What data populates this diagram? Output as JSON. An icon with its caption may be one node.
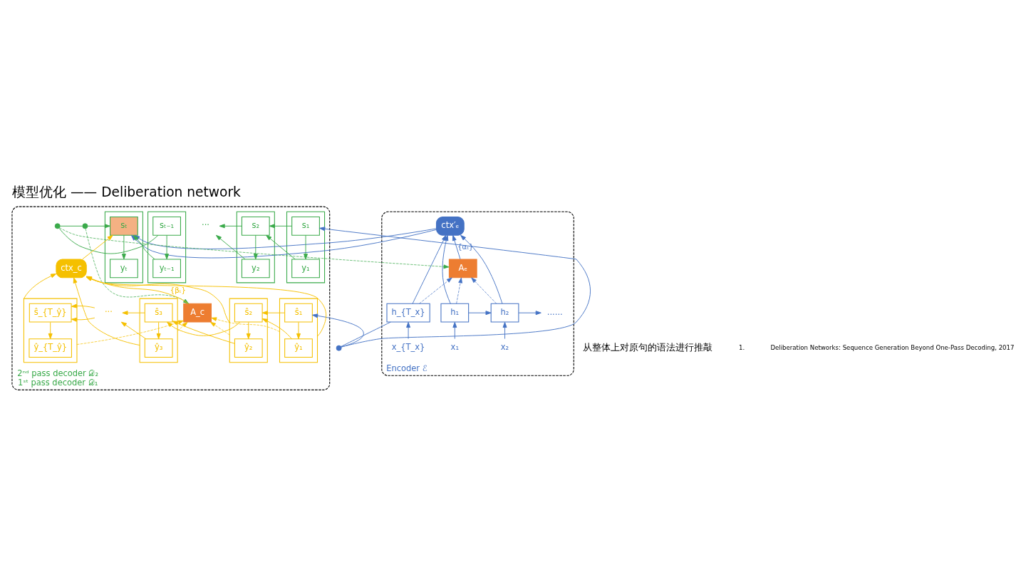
{
  "diagram": {
    "title": "模型优化 —— Deliberation network",
    "nodes": [
      {
        "text": [
          "Encoder ℰ"
        ]
      },
      {
        "text": [
          "ctx′ₑ"
        ],
        "in": 0
      },
      {
        "text": [
          "Aₑ"
        ],
        "in": 0
      },
      {
        "text": [
          "h₁"
        ],
        "in": 0
      },
      {
        "text": [
          "h₂"
        ],
        "in": 0
      },
      {
        "text": [
          "......"
        ],
        "in": 0
      },
      {
        "text": [
          "h_{T_x}"
        ],
        "in": 0
      },
      {
        "text": [
          "x₁"
        ],
        "in": 0
      },
      {
        "text": [
          "x₂"
        ],
        "in": 0
      },
      {
        "text": [
          "x_{T_x}"
        ],
        "in": 0
      },
      {
        "text": [],
        "shape": "circle"
      },
      {
        "text": [
          "2ⁿᵈ pass decoder 𝒟₂",
          "1ˢᵗ pass decoder 𝒟₁"
        ]
      },
      {
        "text": [],
        "shape": "box",
        "in": 11
      },
      {
        "text": [
          "y₁"
        ],
        "in": 12
      },
      {
        "text": [
          "s₁"
        ],
        "in": 12
      },
      {
        "text": [],
        "shape": "box",
        "in": 11
      },
      {
        "text": [
          "y₂"
        ],
        "in": 15
      },
      {
        "text": [
          "s₂"
        ],
        "in": 15
      },
      {
        "text": [
          "···"
        ],
        "in": 11
      },
      {
        "text": [],
        "shape": "box",
        "in": 11
      },
      {
        "text": [
          "yₜ₋₁"
        ],
        "in": 19
      },
      {
        "text": [
          "sₜ₋₁"
        ],
        "in": 19
      },
      {
        "text": [],
        "shape": "circle",
        "in": 11
      },
      {
        "text": [],
        "shape": "circle",
        "in": 11
      },
      {
        "text": [],
        "shape": "box",
        "in": 11
      },
      {
        "text": [
          "yₜ"
        ],
        "in": 24
      },
      {
        "text": [
          "sₜ"
        ],
        "in": 24
      },
      {
        "text": [
          "ctx_c"
        ],
        "in": 11
      },
      {
        "text": [
          "A_c"
        ],
        "in": 11
      },
      {
        "text": [],
        "shape": "box",
        "in": 11
      },
      {
        "text": [
          "ŷ₁"
        ],
        "in": 29
      },
      {
        "text": [
          "ŝ₁"
        ],
        "in": 29
      },
      {
        "text": [],
        "shape": "box",
        "in": 11
      },
      {
        "text": [
          "ŷ₂"
        ],
        "in": 32
      },
      {
        "text": [
          "ŝ₂"
        ],
        "in": 32
      },
      {
        "text": [],
        "shape": "box",
        "in": 11
      },
      {
        "text": [
          "ŷ₃"
        ],
        "in": 35
      },
      {
        "text": [
          "ŝ₃"
        ],
        "in": 35
      },
      {
        "text": [
          "···"
        ],
        "in": 11
      },
      {
        "text": [],
        "shape": "box",
        "in": 11
      },
      {
        "text": [
          "ŷ_{T_ŷ}"
        ],
        "in": 39
      },
      {
        "text": [
          "ŝ_{T_ŷ}"
        ],
        "in": 39
      }
    ],
    "edges": [
      {
        "from": 7,
        "to": 3,
        "arrow": "to",
        "color": "#4472c4"
      },
      {
        "from": 8,
        "to": 4,
        "arrow": "to",
        "color": "#4472c4"
      },
      {
        "from": 9,
        "to": 6,
        "arrow": "to",
        "color": "#4472c4"
      },
      {
        "from": 3,
        "to": 4,
        "arrow": "to",
        "color": "#4472c4"
      },
      {
        "from": 4,
        "to": 5,
        "arrow": "to",
        "color": "#4472c4"
      },
      {
        "from": 3,
        "to": 1,
        "arrow": "to",
        "color": "#4472c4"
      },
      {
        "from": 4,
        "to": 1,
        "arrow": "to",
        "color": "#4472c4"
      },
      {
        "from": 6,
        "to": 1,
        "arrow": "to",
        "color": "#4472c4"
      },
      {
        "from": 3,
        "to": 2,
        "arrow": "to",
        "style": "dashed",
        "color": "#4472c4"
      },
      {
        "from": 4,
        "to": 2,
        "arrow": "to",
        "style": "dashed",
        "color": "#4472c4"
      },
      {
        "from": 6,
        "to": 2,
        "arrow": "to",
        "style": "dashed",
        "color": "#4472c4"
      },
      {
        "from": 2,
        "to": 1,
        "arrow": "to",
        "label": "{αₜ}",
        "color": "#4472c4"
      },
      {
        "from": 1,
        "to": 26,
        "arrow": "to",
        "color": "#4472c4"
      },
      {
        "from": 6,
        "to": 10,
        "arrow": "none",
        "color": "#4472c4"
      },
      {
        "from": 10,
        "to": 14,
        "arrow": "to",
        "color": "#4472c4"
      },
      {
        "from": 10,
        "to": 31,
        "arrow": "to",
        "color": "#4472c4"
      },
      {
        "from": 14,
        "to": 13,
        "arrow": "to",
        "color": "#3aaa4a"
      },
      {
        "from": 17,
        "to": 16,
        "arrow": "to",
        "color": "#3aaa4a"
      },
      {
        "from": 21,
        "to": 20,
        "arrow": "to",
        "color": "#3aaa4a"
      },
      {
        "from": 26,
        "to": 25,
        "arrow": "to",
        "color": "#3aaa4a"
      },
      {
        "from": 13,
        "to": 17,
        "arrow": "to",
        "color": "#3aaa4a"
      },
      {
        "from": 16,
        "to": 18,
        "arrow": "to",
        "color": "#3aaa4a"
      },
      {
        "from": 14,
        "to": 17,
        "arrow": "to",
        "color": "#3aaa4a"
      },
      {
        "from": 17,
        "to": 18,
        "arrow": "to",
        "color": "#3aaa4a"
      },
      {
        "from": 20,
        "to": 26,
        "arrow": "to",
        "color": "#3aaa4a"
      },
      {
        "from": 21,
        "to": 22,
        "arrow": "none",
        "color": "#3aaa4a"
      },
      {
        "from": 22,
        "to": 23,
        "arrow": "none",
        "color": "#3aaa4a"
      },
      {
        "from": 23,
        "to": 26,
        "arrow": "to",
        "color": "#3aaa4a"
      },
      {
        "from": 22,
        "to": 2,
        "arrow": "to",
        "style": "dashed",
        "color": "#3aaa4a"
      },
      {
        "from": 23,
        "to": 28,
        "arrow": "to",
        "style": "dashed",
        "color": "#3aaa4a"
      },
      {
        "from": 27,
        "to": 26,
        "arrow": "to",
        "color": "#f5c000"
      },
      {
        "from": 28,
        "to": 27,
        "arrow": "to",
        "label": "{βₜ}",
        "color": "#f5c000"
      },
      {
        "from": 29,
        "to": 27,
        "arrow": "to",
        "color": "#f5c000"
      },
      {
        "from": 32,
        "to": 27,
        "arrow": "to",
        "color": "#f5c000"
      },
      {
        "from": 35,
        "to": 27,
        "arrow": "to",
        "color": "#f5c000"
      },
      {
        "from": 39,
        "to": 27,
        "arrow": "to",
        "color": "#f5c000"
      },
      {
        "from": 29,
        "to": 28,
        "arrow": "to",
        "style": "dashed",
        "color": "#f5c000"
      },
      {
        "from": 32,
        "to": 28,
        "arrow": "to",
        "style": "dashed",
        "color": "#f5c000"
      },
      {
        "from": 35,
        "to": 28,
        "arrow": "to",
        "style": "dashed",
        "color": "#f5c000"
      },
      {
        "from": 39,
        "to": 28,
        "arrow": "to",
        "style": "dashed",
        "color": "#f5c000"
      },
      {
        "from": 31,
        "to": 30,
        "arrow": "to",
        "color": "#f5c000"
      },
      {
        "from": 34,
        "to": 33,
        "arrow": "to",
        "color": "#f5c000"
      },
      {
        "from": 37,
        "to": 36,
        "arrow": "to",
        "color": "#f5c000"
      },
      {
        "from": 41,
        "to": 40,
        "arrow": "to",
        "color": "#f5c000"
      },
      {
        "from": 30,
        "to": 34,
        "arrow": "to",
        "color": "#f5c000"
      },
      {
        "from": 33,
        "to": 37,
        "arrow": "to",
        "color": "#f5c000"
      },
      {
        "from": 36,
        "to": 38,
        "arrow": "to",
        "color": "#f5c000"
      },
      {
        "from": 38,
        "to": 41,
        "arrow": "to",
        "color": "#f5c000"
      },
      {
        "from": 31,
        "to": 34,
        "arrow": "to",
        "color": "#f5c000"
      },
      {
        "from": 34,
        "to": 37,
        "arrow": "to",
        "color": "#f5c000"
      },
      {
        "from": 37,
        "to": 38,
        "arrow": "to",
        "color": "#f5c000"
      },
      {
        "from": 38,
        "to": 41,
        "arrow": "to",
        "color": "#f5c000"
      }
    ],
    "labels": [
      "从整体上对原句的语法进行推敲",
      "1.",
      "Deliberation Networks: Sequence Generation Beyond One-Pass Decoding, 2017"
    ]
  }
}
